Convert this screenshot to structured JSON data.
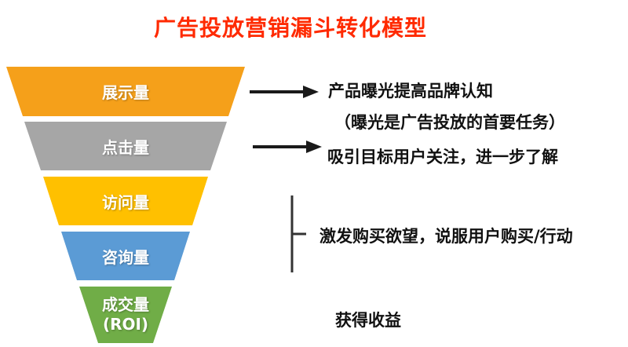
{
  "title": {
    "text": "广告投放营销漏斗转化模型",
    "color": "#FF2A00"
  },
  "funnel": {
    "levels": [
      {
        "label": "展示量",
        "color": "#F5A01A"
      },
      {
        "label": "点击量",
        "color": "#A6A6A6"
      },
      {
        "label": "访问量",
        "color": "#FFC000"
      },
      {
        "label": "咨询量",
        "color": "#5B9BD5"
      },
      {
        "label": "成交量",
        "sublabel": "(ROI)",
        "color": "#70AD47"
      }
    ]
  },
  "annotations": {
    "exposure_title": "产品曝光提高品牌认知",
    "exposure_note": "（曝光是广告投放的首要任务）",
    "clicks_note": "吸引目标用户关注，进一步了解",
    "desire_note": "激发购买欲望，说服用户购买/行动",
    "revenue_note": "获得收益"
  },
  "icons": {
    "arrow_color": "#1a1a1a",
    "bracket_color": "#333333"
  }
}
